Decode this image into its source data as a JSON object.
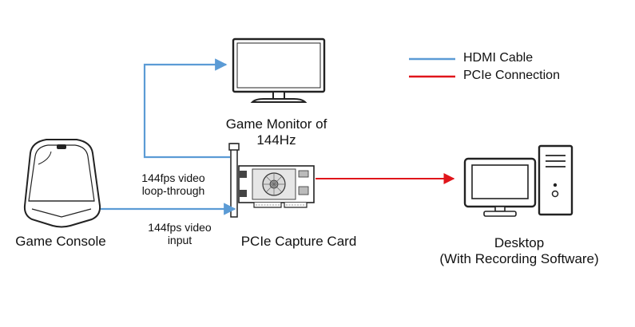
{
  "legend": {
    "hdmi": {
      "label": "HDMI Cable",
      "color": "#5b9bd5"
    },
    "pcie": {
      "label": "PCIe Connection",
      "color": "#e0151b"
    }
  },
  "devices": {
    "game_console": {
      "label": "Game Console"
    },
    "game_monitor": {
      "label_line1": "Game Monitor of",
      "label_line2": "144Hz"
    },
    "capture_card": {
      "label": "PCIe Capture Card"
    },
    "desktop": {
      "label_line1": "Desktop",
      "label_line2": "(With Recording Software)"
    }
  },
  "connections": {
    "loop_through": {
      "line1": "144fps video",
      "line2": "loop-through"
    },
    "input": {
      "line1": "144fps video",
      "line2": "input"
    }
  }
}
